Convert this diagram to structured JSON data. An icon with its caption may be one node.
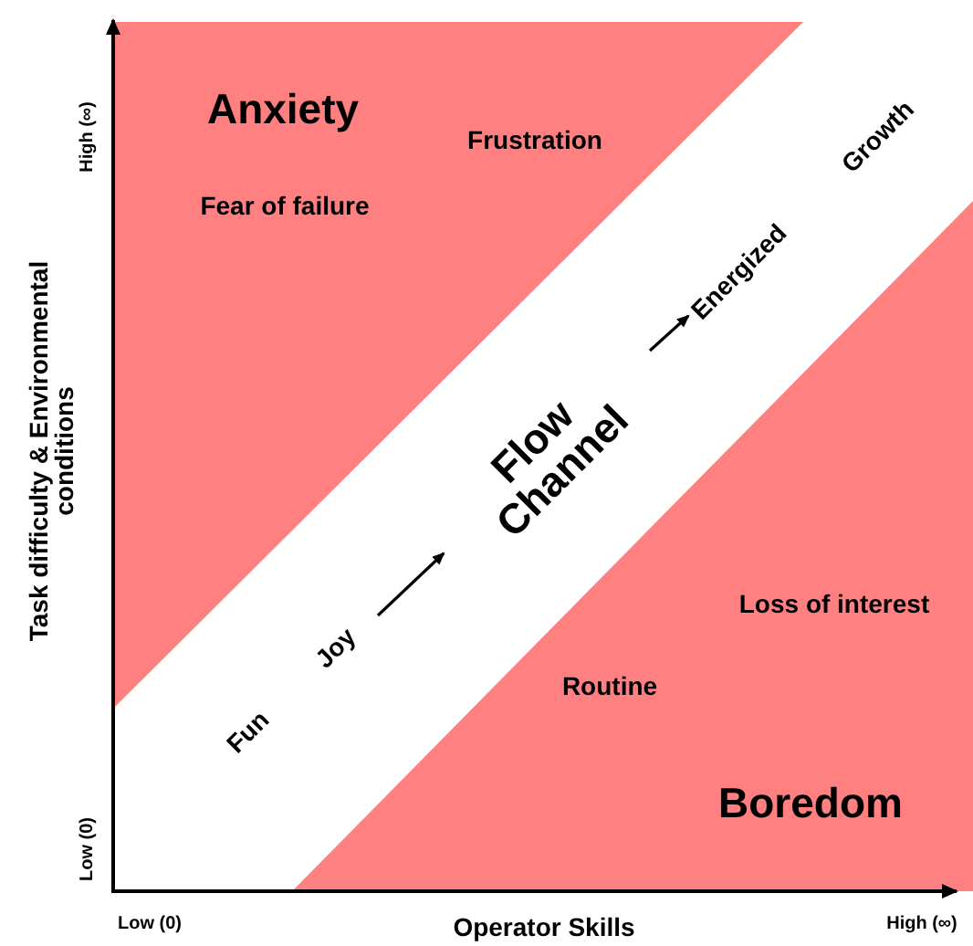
{
  "diagram": {
    "labels": [
      "Anxiety",
      "Frustration",
      "Fear of failure",
      "High (∞)",
      "Growth",
      "Energized",
      "Flow Channel",
      "Task difficulty & Environmental conditions",
      "Loss of interest",
      "Joy",
      "Routine",
      "Fun",
      "Boredom",
      "Low (0)",
      "Low (0)",
      "Operator Skills",
      "High (∞)"
    ]
  }
}
